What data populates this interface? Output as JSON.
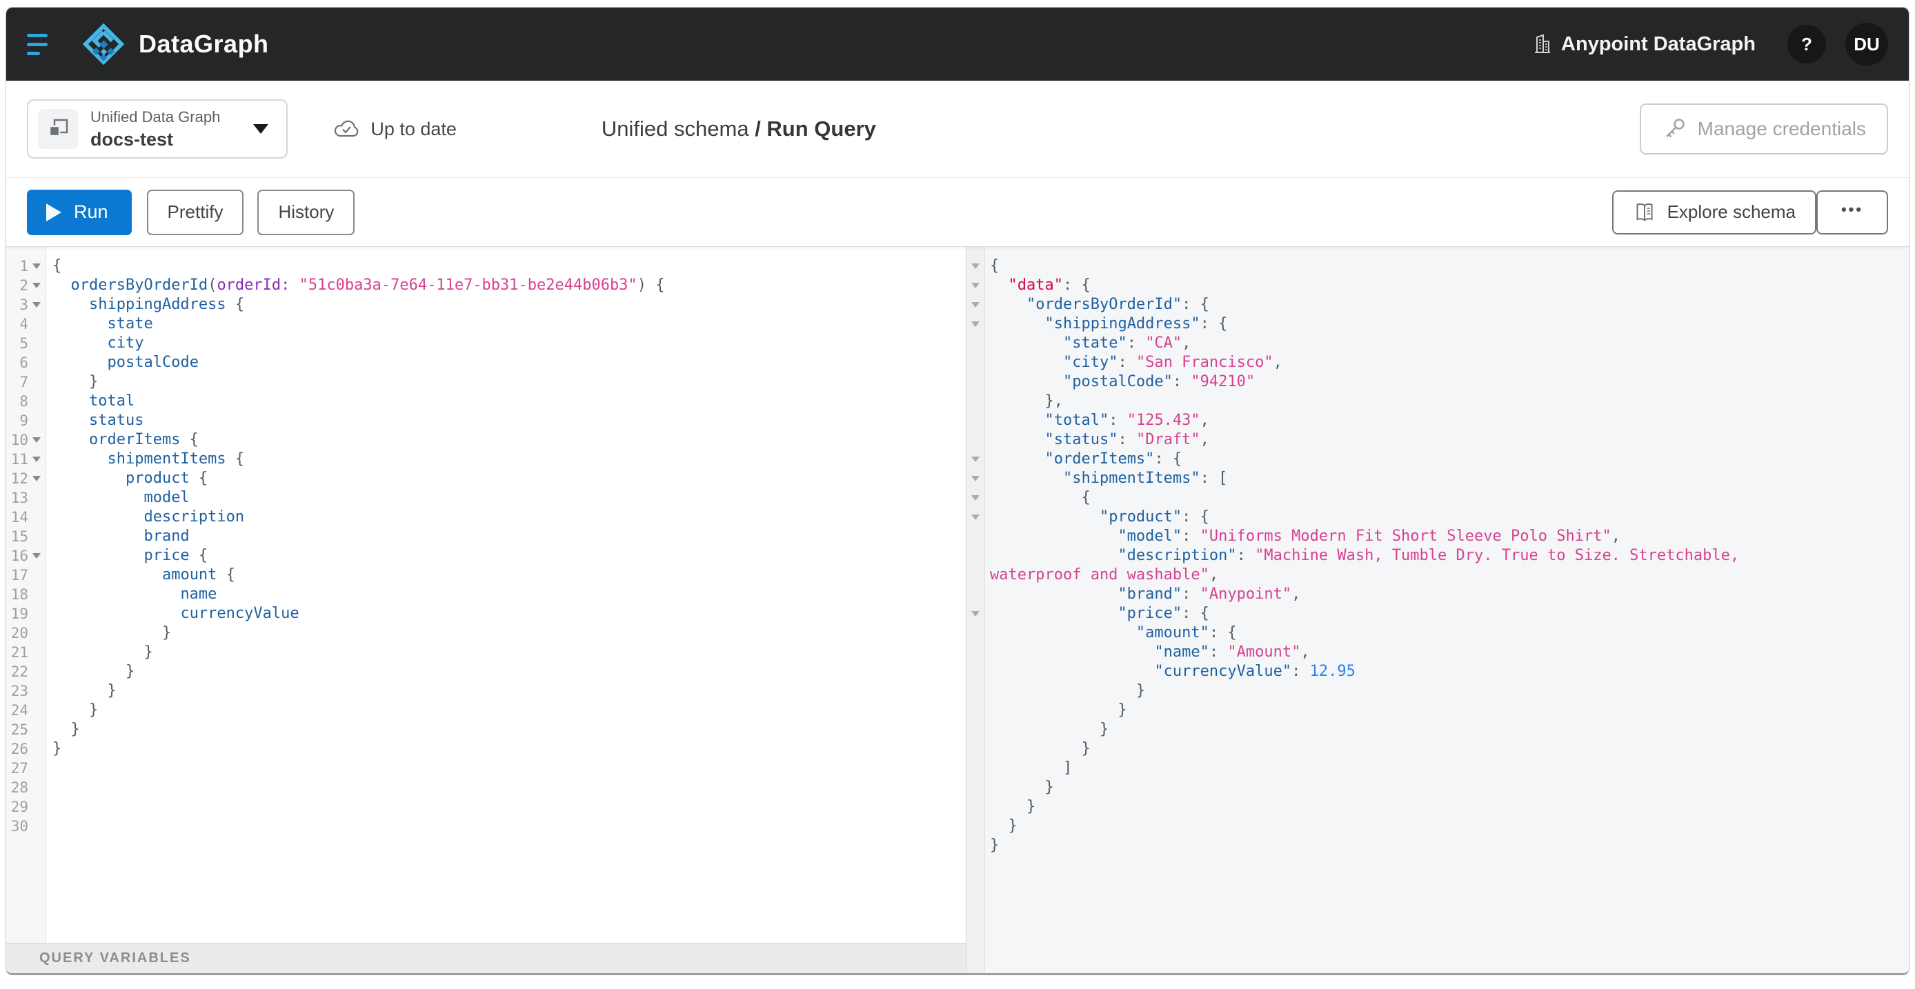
{
  "navbar": {
    "product": "DataGraph",
    "org_label": "Anypoint DataGraph",
    "help_label": "?",
    "avatar_initials": "DU"
  },
  "header": {
    "selector": {
      "type_label": "Unified Data Graph",
      "name": "docs-test"
    },
    "status_label": "Up to date",
    "breadcrumb": {
      "root": "Unified schema",
      "separator": " / ",
      "current": "Run Query"
    },
    "manage_credentials_label": "Manage credentials"
  },
  "toolbar": {
    "run_label": "Run",
    "prettify_label": "Prettify",
    "history_label": "History",
    "explore_schema_label": "Explore schema",
    "more_label": "•••"
  },
  "footer": {
    "query_variables_label": "QUERY VARIABLES"
  },
  "colors": {
    "navbar_bg": "#242628",
    "accent_cyan": "#2aa9e0",
    "run_blue": "#0b79d1",
    "token_property": "#1f61a0",
    "token_attribute": "#8b2bb9",
    "token_string": "#d64292",
    "token_number": "#2882f9",
    "token_def": "#d2054e",
    "token_punctuation": "#555b60",
    "result_bg": "#f5f6f7"
  },
  "editor": {
    "line_count": 30,
    "fold_lines": [
      1,
      2,
      3,
      10,
      11,
      12,
      16
    ],
    "lines": [
      [
        [
          "{",
          "pl"
        ]
      ],
      [
        [
          "  ",
          "pl"
        ],
        [
          "ordersByOrderId",
          "prop"
        ],
        [
          "(",
          "pl"
        ],
        [
          "orderId:",
          "attr"
        ],
        [
          " ",
          "pl"
        ],
        [
          "\"51c0ba3a-7e64-11e7-bb31-be2e44b06b3\"",
          "str"
        ],
        [
          ") {",
          "pl"
        ]
      ],
      [
        [
          "    ",
          "pl"
        ],
        [
          "shippingAddress",
          "prop"
        ],
        [
          " {",
          "pl"
        ]
      ],
      [
        [
          "      ",
          "pl"
        ],
        [
          "state",
          "prop"
        ]
      ],
      [
        [
          "      ",
          "pl"
        ],
        [
          "city",
          "prop"
        ]
      ],
      [
        [
          "      ",
          "pl"
        ],
        [
          "postalCode",
          "prop"
        ]
      ],
      [
        [
          "    }",
          "pl"
        ]
      ],
      [
        [
          "    ",
          "pl"
        ],
        [
          "total",
          "prop"
        ]
      ],
      [
        [
          "    ",
          "pl"
        ],
        [
          "status",
          "prop"
        ]
      ],
      [
        [
          "    ",
          "pl"
        ],
        [
          "orderItems",
          "prop"
        ],
        [
          " {",
          "pl"
        ]
      ],
      [
        [
          "      ",
          "pl"
        ],
        [
          "shipmentItems",
          "prop"
        ],
        [
          " {",
          "pl"
        ]
      ],
      [
        [
          "        ",
          "pl"
        ],
        [
          "product",
          "prop"
        ],
        [
          " {",
          "pl"
        ]
      ],
      [
        [
          "          ",
          "pl"
        ],
        [
          "model",
          "prop"
        ]
      ],
      [
        [
          "          ",
          "pl"
        ],
        [
          "description",
          "prop"
        ]
      ],
      [
        [
          "          ",
          "pl"
        ],
        [
          "brand",
          "prop"
        ]
      ],
      [
        [
          "          ",
          "pl"
        ],
        [
          "price",
          "prop"
        ],
        [
          " {",
          "pl"
        ]
      ],
      [
        [
          "            ",
          "pl"
        ],
        [
          "amount",
          "prop"
        ],
        [
          " {",
          "pl"
        ]
      ],
      [
        [
          "              ",
          "pl"
        ],
        [
          "name",
          "prop"
        ]
      ],
      [
        [
          "              ",
          "pl"
        ],
        [
          "currencyValue",
          "prop"
        ]
      ],
      [
        [
          "            }",
          "pl"
        ]
      ],
      [
        [
          "          }",
          "pl"
        ]
      ],
      [
        [
          "        }",
          "pl"
        ]
      ],
      [
        [
          "      }",
          "pl"
        ]
      ],
      [
        [
          "    }",
          "pl"
        ]
      ],
      [
        [
          "  }",
          "pl"
        ]
      ],
      [
        [
          "}",
          "pl"
        ]
      ],
      [],
      [],
      [],
      []
    ]
  },
  "results": {
    "fold_rows": [
      1,
      2,
      3,
      4,
      11,
      12,
      13,
      14,
      19
    ],
    "lines": [
      [
        [
          "{",
          "pl"
        ]
      ],
      [
        [
          "  ",
          "pl"
        ],
        [
          "\"data\"",
          "def"
        ],
        [
          ": {",
          "pl"
        ]
      ],
      [
        [
          "    ",
          "pl"
        ],
        [
          "\"ordersByOrderId\"",
          "prop"
        ],
        [
          ": {",
          "pl"
        ]
      ],
      [
        [
          "      ",
          "pl"
        ],
        [
          "\"shippingAddress\"",
          "prop"
        ],
        [
          ": {",
          "pl"
        ]
      ],
      [
        [
          "        ",
          "pl"
        ],
        [
          "\"state\"",
          "prop"
        ],
        [
          ": ",
          "pl"
        ],
        [
          "\"CA\"",
          "str"
        ],
        [
          ",",
          "pl"
        ]
      ],
      [
        [
          "        ",
          "pl"
        ],
        [
          "\"city\"",
          "prop"
        ],
        [
          ": ",
          "pl"
        ],
        [
          "\"San Francisco\"",
          "str"
        ],
        [
          ",",
          "pl"
        ]
      ],
      [
        [
          "        ",
          "pl"
        ],
        [
          "\"postalCode\"",
          "prop"
        ],
        [
          ": ",
          "pl"
        ],
        [
          "\"94210\"",
          "str"
        ]
      ],
      [
        [
          "      },",
          "pl"
        ]
      ],
      [
        [
          "      ",
          "pl"
        ],
        [
          "\"total\"",
          "prop"
        ],
        [
          ": ",
          "pl"
        ],
        [
          "\"125.43\"",
          "str"
        ],
        [
          ",",
          "pl"
        ]
      ],
      [
        [
          "      ",
          "pl"
        ],
        [
          "\"status\"",
          "prop"
        ],
        [
          ": ",
          "pl"
        ],
        [
          "\"Draft\"",
          "str"
        ],
        [
          ",",
          "pl"
        ]
      ],
      [
        [
          "      ",
          "pl"
        ],
        [
          "\"orderItems\"",
          "prop"
        ],
        [
          ": {",
          "pl"
        ]
      ],
      [
        [
          "        ",
          "pl"
        ],
        [
          "\"shipmentItems\"",
          "prop"
        ],
        [
          ": [",
          "pl"
        ]
      ],
      [
        [
          "          {",
          "pl"
        ]
      ],
      [
        [
          "            ",
          "pl"
        ],
        [
          "\"product\"",
          "prop"
        ],
        [
          ": {",
          "pl"
        ]
      ],
      [
        [
          "              ",
          "pl"
        ],
        [
          "\"model\"",
          "prop"
        ],
        [
          ": ",
          "pl"
        ],
        [
          "\"Uniforms Modern Fit Short Sleeve Polo Shirt\"",
          "str"
        ],
        [
          ",",
          "pl"
        ]
      ],
      [
        [
          "              ",
          "pl"
        ],
        [
          "\"description\"",
          "prop"
        ],
        [
          ": ",
          "pl"
        ],
        [
          "\"Machine Wash, Tumble Dry. True to Size. Stretchable,",
          "str"
        ]
      ],
      [
        [
          "waterproof and washable\"",
          "str"
        ],
        [
          ",",
          "pl"
        ]
      ],
      [
        [
          "              ",
          "pl"
        ],
        [
          "\"brand\"",
          "prop"
        ],
        [
          ": ",
          "pl"
        ],
        [
          "\"Anypoint\"",
          "str"
        ],
        [
          ",",
          "pl"
        ]
      ],
      [
        [
          "              ",
          "pl"
        ],
        [
          "\"price\"",
          "prop"
        ],
        [
          ": {",
          "pl"
        ]
      ],
      [
        [
          "                ",
          "pl"
        ],
        [
          "\"amount\"",
          "prop"
        ],
        [
          ": {",
          "pl"
        ]
      ],
      [
        [
          "                  ",
          "pl"
        ],
        [
          "\"name\"",
          "prop"
        ],
        [
          ": ",
          "pl"
        ],
        [
          "\"Amount\"",
          "str"
        ],
        [
          ",",
          "pl"
        ]
      ],
      [
        [
          "                  ",
          "pl"
        ],
        [
          "\"currencyValue\"",
          "prop"
        ],
        [
          ": ",
          "pl"
        ],
        [
          "12.95",
          "num"
        ]
      ],
      [
        [
          "                }",
          "pl"
        ]
      ],
      [
        [
          "              }",
          "pl"
        ]
      ],
      [
        [
          "            }",
          "pl"
        ]
      ],
      [
        [
          "          }",
          "pl"
        ]
      ],
      [
        [
          "        ]",
          "pl"
        ]
      ],
      [
        [
          "      }",
          "pl"
        ]
      ],
      [
        [
          "    }",
          "pl"
        ]
      ],
      [
        [
          "  }",
          "pl"
        ]
      ],
      [
        [
          "}",
          "pl"
        ]
      ]
    ]
  }
}
